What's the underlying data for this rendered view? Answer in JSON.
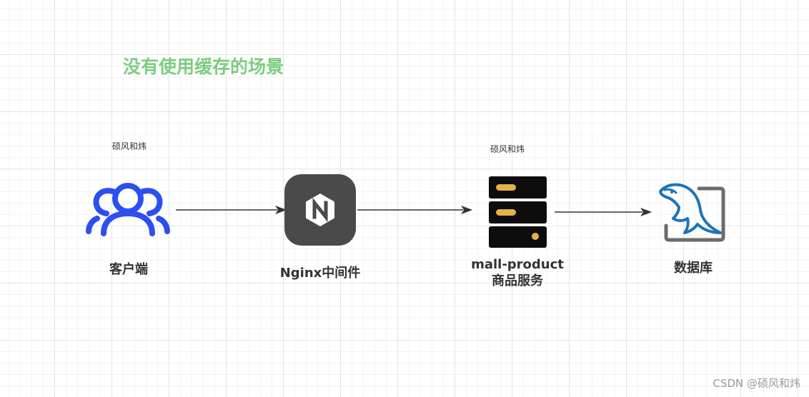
{
  "title": "没有使用缓存的场景",
  "watermarks": [
    "硕风和炜",
    "硕风和炜"
  ],
  "nodes": {
    "client": {
      "label": "客户端",
      "icon": "users-icon",
      "color": "#2d4ff0"
    },
    "nginx": {
      "label": "Nginx中间件",
      "icon": "nginx-icon",
      "color": "#4a4a4a"
    },
    "service": {
      "label_line1": "mall-product",
      "label_line2": "商品服务",
      "icon": "server-icon",
      "color": "#0d0d0d",
      "accent": "#e6b04a"
    },
    "database": {
      "label": "数据库",
      "icon": "mysql-dolphin-icon",
      "color": "#1e73b8"
    }
  },
  "footer": "CSDN @硕风和炜"
}
